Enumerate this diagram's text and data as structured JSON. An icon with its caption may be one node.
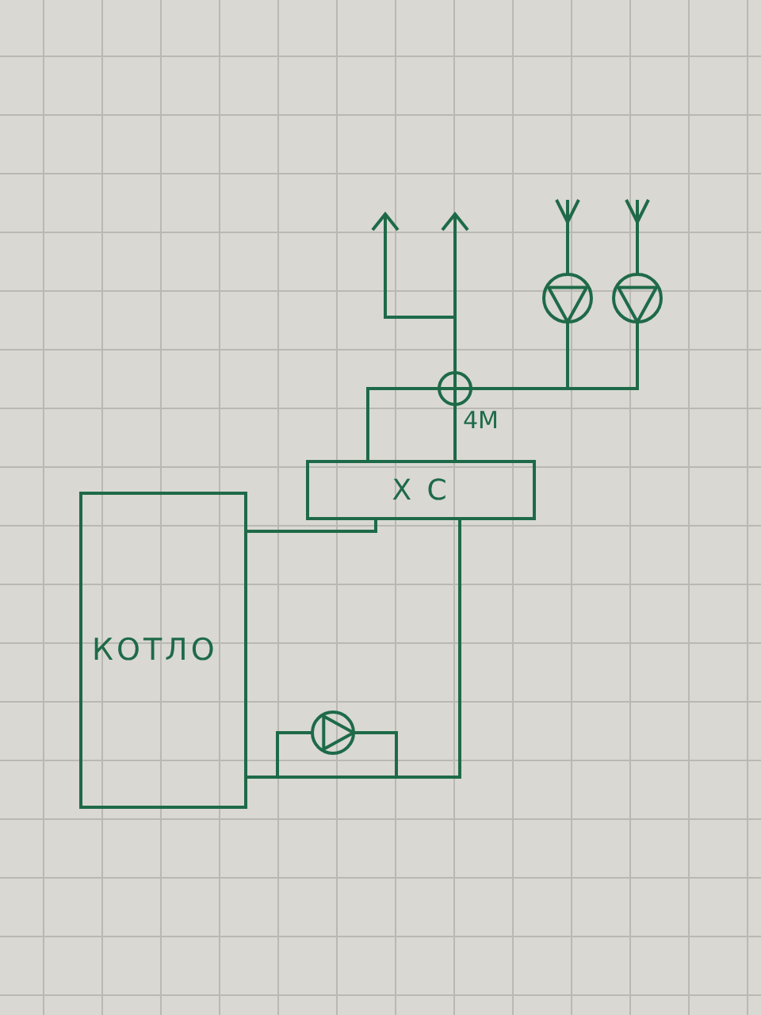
{
  "diagram": {
    "nodes": [
      {
        "text": [
          "КОТЛО"
        ]
      },
      {
        "text": [
          "Х С"
        ]
      },
      {
        "text": [],
        "shape": "circle",
        "beside": [
          "4М"
        ]
      },
      {
        "text": [],
        "shape": "circle"
      },
      {
        "text": [],
        "shape": "circle"
      },
      {
        "text": [],
        "shape": "circle"
      }
    ],
    "edges": [
      {
        "from": 0,
        "to": 1,
        "arrow": "none"
      },
      {
        "from": 1,
        "to": 3,
        "arrow": "none"
      },
      {
        "from": 3,
        "to": 0,
        "arrow": "none"
      },
      {
        "from": 0,
        "to": 1,
        "arrow": "none"
      },
      {
        "from": 1,
        "to": 2,
        "arrow": "none"
      },
      {
        "from": 1,
        "to": 2,
        "arrow": "none"
      },
      {
        "from": 2,
        "to": null,
        "arrow": "to"
      },
      {
        "from": 2,
        "to": null,
        "arrow": "to"
      },
      {
        "from": 2,
        "to": 4,
        "arrow": "none"
      },
      {
        "from": 2,
        "to": 5,
        "arrow": "none"
      },
      {
        "from": null,
        "to": 4,
        "arrow": "other"
      },
      {
        "from": null,
        "to": 5,
        "arrow": "other"
      }
    ]
  }
}
